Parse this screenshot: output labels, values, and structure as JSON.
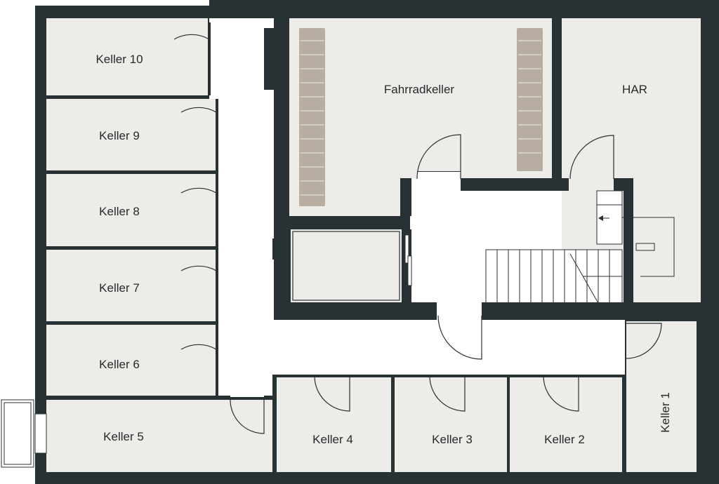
{
  "colors": {
    "wall": "#283133",
    "room_fill": "#eeece8",
    "corridor_fill": "#ffffff",
    "rack_fill": "#b7ada1",
    "door_line": "#283133",
    "label": "#232b2b"
  },
  "rooms": {
    "keller_10": "Keller 10",
    "keller_9": "Keller 9",
    "keller_8": "Keller 8",
    "keller_7": "Keller 7",
    "keller_6": "Keller 6",
    "keller_5": "Keller 5",
    "keller_4": "Keller 4",
    "keller_3": "Keller 3",
    "keller_2": "Keller 2",
    "keller_1": "Keller 1",
    "fahrradkeller": "Fahrradkeller",
    "har": "HAR"
  }
}
